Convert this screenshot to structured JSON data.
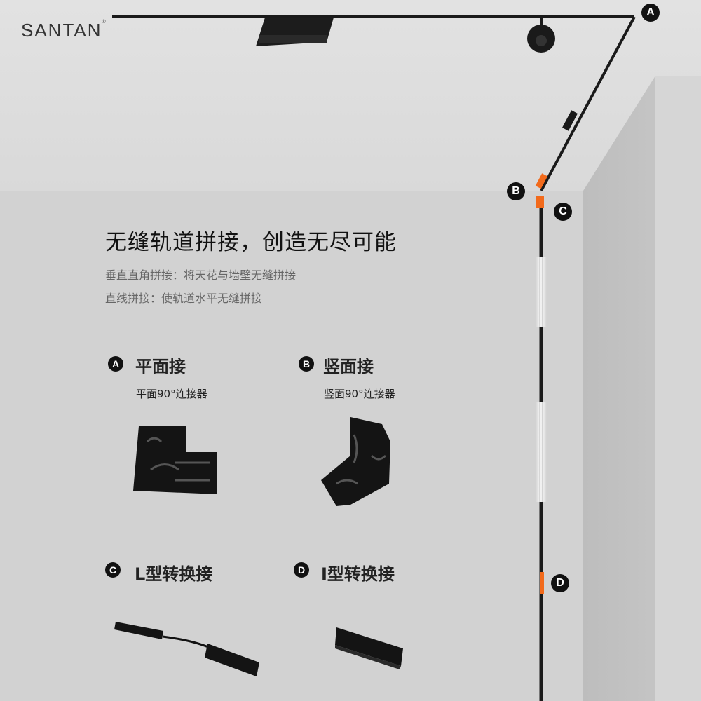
{
  "brand": {
    "name": "SANTAN",
    "mark": "®"
  },
  "header": {
    "title": "无缝轨道拼接，创造无尽可能",
    "lines": [
      "垂直直角拼接：将天花与墙壁无缝拼接",
      "直线拼接：使轨道水平无缝拼接"
    ]
  },
  "sections": [
    {
      "badge": "A",
      "title": "平面接",
      "desc": "平面90°连接器"
    },
    {
      "badge": "B",
      "title": "竖面接",
      "desc": "竖面90°连接器"
    },
    {
      "badge": "C",
      "title": "L型转换接"
    },
    {
      "badge": "D",
      "title": "I型转换接"
    }
  ],
  "markers": [
    "A",
    "B",
    "C",
    "D"
  ],
  "colors": {
    "accent": "#f26a1b",
    "track": "#1a1a1a"
  }
}
